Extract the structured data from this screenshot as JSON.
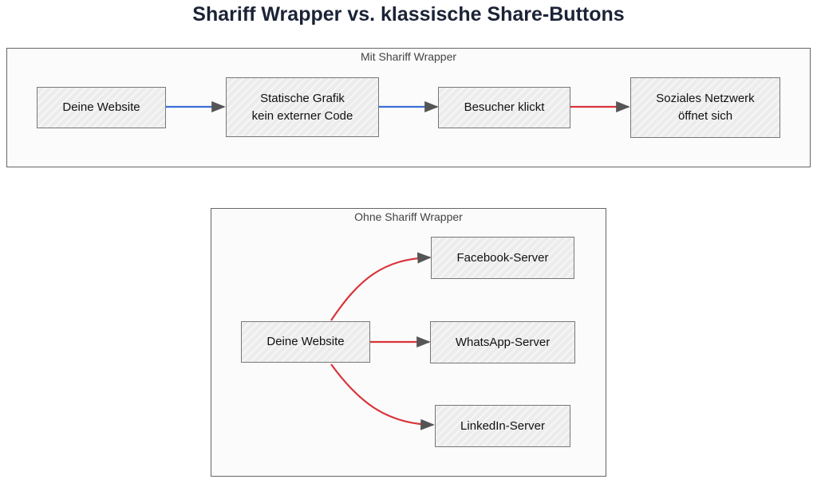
{
  "title": "Shariff Wrapper vs. klassische Share-Buttons",
  "colors": {
    "safe_edge": "#3b6fd6",
    "tracking_edge": "#d9343a",
    "arrowhead": "#555555"
  },
  "clusters": {
    "with": {
      "label": "Mit Shariff Wrapper",
      "nodes": {
        "website": "Deine Website",
        "static_line1": "Statische Grafik",
        "static_line2": "kein externer Code",
        "visitor": "Besucher klickt",
        "network_line1": "Soziales Netzwerk",
        "network_line2": "öffnet sich"
      }
    },
    "without": {
      "label": "Ohne Shariff Wrapper",
      "nodes": {
        "website": "Deine Website",
        "facebook": "Facebook-Server",
        "whatsapp": "WhatsApp-Server",
        "linkedin": "LinkedIn-Server"
      }
    }
  },
  "edges": [
    {
      "from": "with.website",
      "to": "with.static",
      "color": "safe"
    },
    {
      "from": "with.static",
      "to": "with.visitor",
      "color": "safe"
    },
    {
      "from": "with.visitor",
      "to": "with.network",
      "color": "tracking"
    },
    {
      "from": "without.website",
      "to": "without.facebook",
      "color": "tracking"
    },
    {
      "from": "without.website",
      "to": "without.whatsapp",
      "color": "tracking"
    },
    {
      "from": "without.website",
      "to": "without.linkedin",
      "color": "tracking"
    }
  ]
}
